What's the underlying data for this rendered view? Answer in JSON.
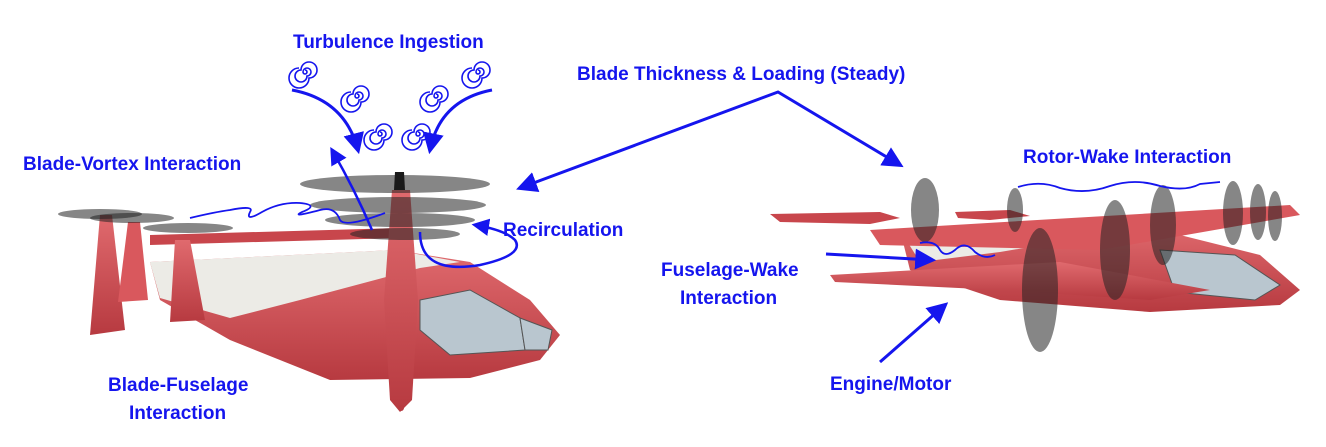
{
  "colors": {
    "label": "#1515ee",
    "arrow": "#1515ee",
    "airframe": "#c8464c",
    "fuselage_trim": "#ecebe6"
  },
  "labels": {
    "turbulence_ingestion": "Turbulence Ingestion",
    "blade_thickness_loading": "Blade Thickness & Loading (Steady)",
    "blade_vortex_interaction": "Blade-Vortex Interaction",
    "recirculation": "Recirculation",
    "rotor_wake_interaction": "Rotor-Wake Interaction",
    "fuselage_wake_line1": "Fuselage-Wake",
    "fuselage_wake_line2": "Interaction",
    "blade_fuselage_line1": "Blade-Fuselage",
    "blade_fuselage_line2": "Interaction",
    "engine_motor": "Engine/Motor"
  },
  "icons": [
    "swirl-icon",
    "arrow-icon",
    "rotor-blade-icon"
  ]
}
